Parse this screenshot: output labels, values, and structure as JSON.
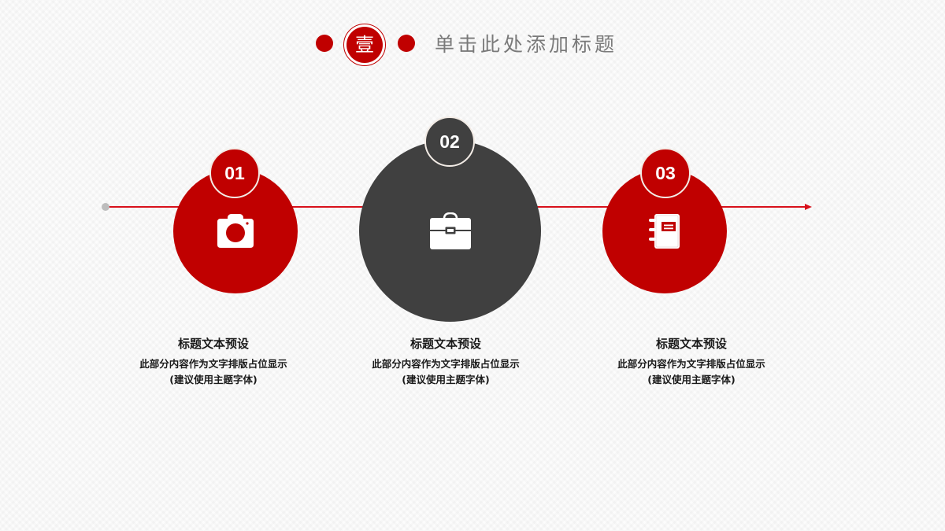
{
  "header": {
    "badge_char": "壹",
    "title": "单击此处添加标题",
    "accent_color": "#c00000"
  },
  "timeline": {
    "line_color": "#d8111b",
    "start_dot_color": "#bdbdbd"
  },
  "steps": [
    {
      "number": "01",
      "icon": "camera-icon",
      "color": "#c00000",
      "title": "标题文本预设",
      "body_line1": "此部分内容作为文字排版占位显示",
      "body_line2": "(建议使用主题字体)"
    },
    {
      "number": "02",
      "icon": "briefcase-icon",
      "color": "#404040",
      "title": "标题文本预设",
      "body_line1": "此部分内容作为文字排版占位显示",
      "body_line2": "(建议使用主题字体)"
    },
    {
      "number": "03",
      "icon": "notebook-icon",
      "color": "#c00000",
      "title": "标题文本预设",
      "body_line1": "此部分内容作为文字排版占位显示",
      "body_line2": "(建议使用主题字体)"
    }
  ]
}
